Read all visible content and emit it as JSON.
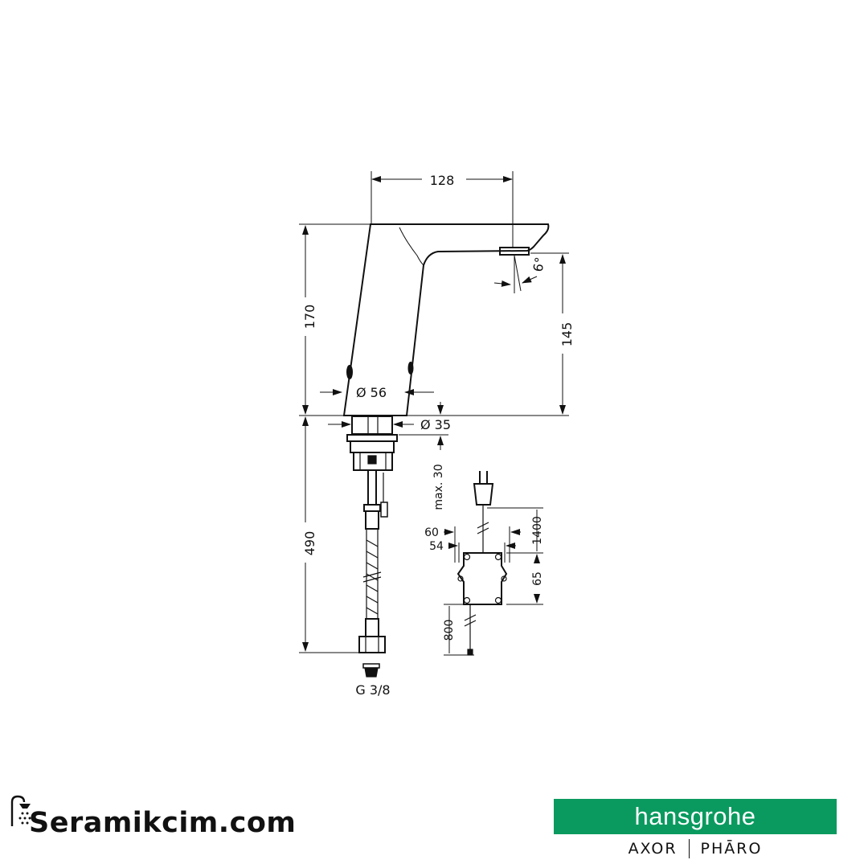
{
  "drawing": {
    "dimensions": {
      "spout_reach": "128",
      "height_total": "170",
      "height_outlet": "145",
      "spout_angle": "6°",
      "body_diameter": "Ø 56",
      "shank_diameter": "Ø 35",
      "max_thickness": "max. 30",
      "hose_length": "490",
      "connection": "G 3/8",
      "box_width_outer": "60",
      "box_width_inner": "54",
      "cable_upper": "1400",
      "box_height": "65",
      "cable_lower": "800"
    }
  },
  "footer": {
    "shop_name": "Seramikcim.com",
    "brand_name": "hansgrohe",
    "brand_line_left": "AXOR",
    "brand_line_right": "PHĀRO"
  },
  "colors": {
    "brand_green": "#0a9a5f",
    "ink": "#111111"
  },
  "icons": {
    "shop_logo": "shower-head-icon"
  }
}
